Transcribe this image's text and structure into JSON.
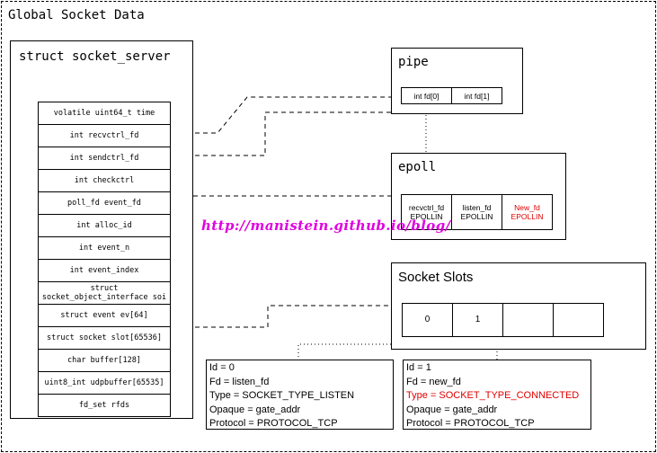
{
  "global": {
    "title": "Global Socket Data"
  },
  "socket_server": {
    "title": "struct socket_server",
    "fields": [
      "volatile uint64_t time",
      "int recvctrl_fd",
      "int sendctrl_fd",
      "int checkctrl",
      "poll_fd event_fd",
      "int alloc_id",
      "int event_n",
      "int event_index",
      "struct\nsocket_object_interface soi",
      "struct event ev[64]",
      "struct socket slot[65536]",
      "char buffer[128]",
      "uint8_int udpbuffer[65535]",
      "fd_set rfds"
    ]
  },
  "pipe": {
    "title": "pipe",
    "cells": [
      "int fd[0]",
      "int fd[1]"
    ]
  },
  "epoll": {
    "title": "epoll",
    "cells": [
      {
        "name": "recvctrl_fd",
        "flag": "EPOLLIN"
      },
      {
        "name": "listen_fd",
        "flag": "EPOLLIN"
      },
      {
        "name": "New_fd",
        "flag": "EPOLLIN"
      }
    ]
  },
  "watermark": "http://manistein.github.io/blog/",
  "slots": {
    "title": "Socket Slots",
    "cells": [
      "0",
      "1",
      "",
      ""
    ]
  },
  "slot0_info": {
    "lines": [
      "Id = 0",
      "Fd = listen_fd",
      "Type = SOCKET_TYPE_LISTEN",
      "Opaque = gate_addr",
      "Protocol = PROTOCOL_TCP"
    ]
  },
  "slot1_info": {
    "lines": [
      "Id = 1",
      "Fd = new_fd",
      "Type = SOCKET_TYPE_CONNECTED",
      "Opaque = gate_addr",
      "Protocol = PROTOCOL_TCP"
    ]
  },
  "colors": {
    "highlight": "#e00000",
    "watermark": "#e000e0",
    "line": "#000000"
  }
}
